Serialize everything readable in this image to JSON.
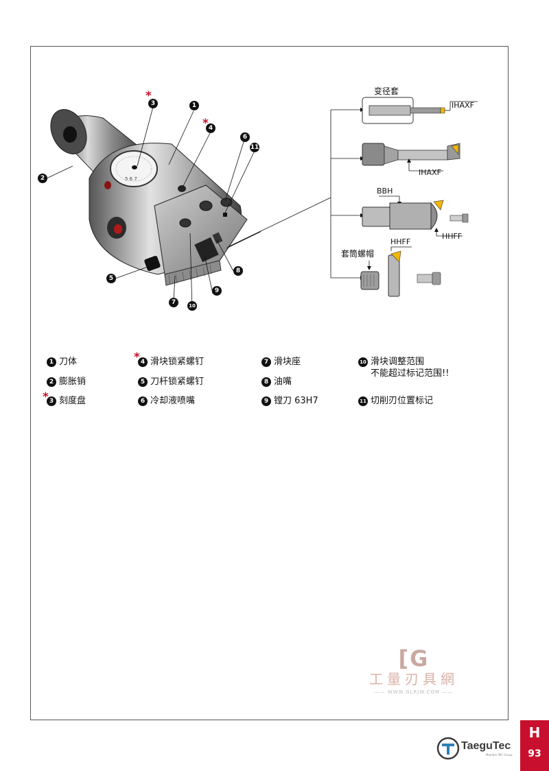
{
  "callouts": {
    "c1": "1",
    "c2": "2",
    "c3": "3",
    "c4": "4",
    "c5": "5",
    "c6": "6",
    "c7": "7",
    "c8": "8",
    "c9": "9",
    "c10": "10",
    "c11": "11",
    "star": "*"
  },
  "dial_digits": "5  6  7",
  "diagram_labels": {
    "adapter_sleeve": "变径套",
    "ihaxf_top": "IHAXF",
    "ihaxf_mid": "IHAXF",
    "bbh": "BBH",
    "hhff_right": "HHFF",
    "sleeve_nut": "套筒螺帽",
    "hhff_lower": "HHFF"
  },
  "legend": [
    {
      "num": "1",
      "text": "刀体"
    },
    {
      "num": "2",
      "text": "膨胀销"
    },
    {
      "num": "3",
      "text": "刻度盘"
    },
    {
      "num": "4",
      "text": "滑块锁紧螺钉"
    },
    {
      "num": "5",
      "text": "刀杆锁紧螺钉"
    },
    {
      "num": "6",
      "text": "冷却液喷嘴"
    },
    {
      "num": "7",
      "text": "滑块座"
    },
    {
      "num": "8",
      "text": "油嘴"
    },
    {
      "num": "9",
      "text": "镗刀 63H7"
    },
    {
      "num": "10",
      "text": "滑块调整范围",
      "text2": "不能超过标记范围!!"
    },
    {
      "num": "11",
      "text": "切削刃位置标记"
    }
  ],
  "watermark": {
    "logo": "[G",
    "name": "工量刃具網",
    "url": "—— WWW.GLRJW.COM ——"
  },
  "tab": {
    "letter": "H",
    "page": "93"
  },
  "brand": {
    "name": "TaeguTec",
    "sub": "Member IMC Group"
  },
  "colors": {
    "accent": "#c8102e",
    "insert": "#f2b705"
  }
}
